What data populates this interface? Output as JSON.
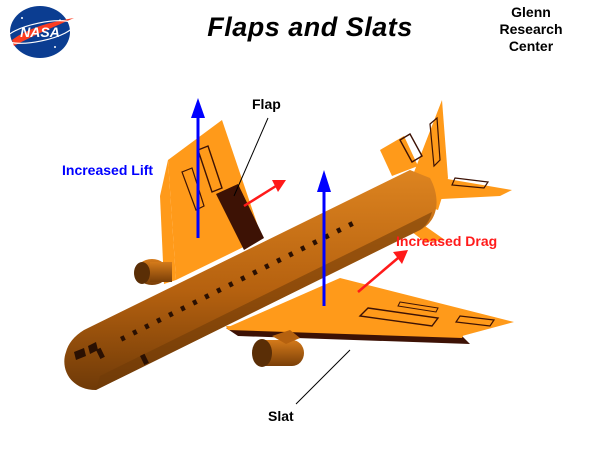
{
  "header": {
    "title": "Flaps and Slats",
    "logo_text": "NASA",
    "center_line1": "Glenn",
    "center_line2": "Research",
    "center_line3": "Center"
  },
  "labels": {
    "flap": "Flap",
    "slat": "Slat",
    "increased_lift": "Increased Lift",
    "increased_drag": "Increased Drag"
  },
  "colors": {
    "wing_orange": "#ff9a1a",
    "fuselage": "#c36a14",
    "fuselage_dark": "#8a4a0e",
    "flap_brown": "#3d1205",
    "lift_arrow": "#0000ff",
    "drag_arrow": "#ff1a1a",
    "nasa_blue": "#0b3d91",
    "nasa_red": "#fc3d21"
  }
}
